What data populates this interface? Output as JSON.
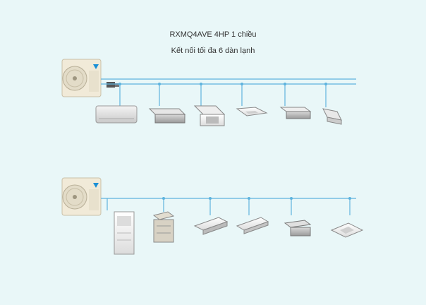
{
  "title_line1": "RXMQ4AVE 4HP 1 chiều",
  "title_line2": "Kết nối tối đa 6 dàn lạnh",
  "colors": {
    "background": "#e9f7f8",
    "pipe": "#5eb3de",
    "unit_body": "#f1ead8",
    "indoor_unit": "#e8e8e8"
  },
  "system_top": {
    "outdoor_unit": "daikin-outdoor-unit",
    "indoor_units": [
      "wall-mounted-silver",
      "ducted-concealed",
      "cassette-4-way",
      "cassette-4-way-round-flow",
      "ducted-slim",
      "cassette-compact"
    ]
  },
  "system_bottom": {
    "outdoor_unit": "daikin-outdoor-unit",
    "indoor_units": [
      "floor-standing",
      "ducted-cabinet",
      "ceiling-suspended-1-way",
      "ceiling-suspended-2-way",
      "ducted-slim-grey",
      "cassette-4-way"
    ]
  }
}
